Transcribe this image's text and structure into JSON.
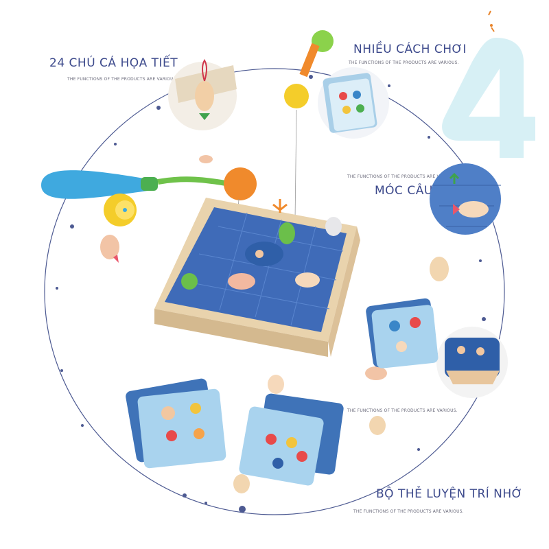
{
  "headings": {
    "fish": "24 CHÚ CÁ HỌA TIẾT",
    "ways": "NHIỀU CÁCH CHƠI",
    "hook": "MÓC CÂU",
    "cards": "BỘ THẺ LUYỆN TRÍ NHỚ"
  },
  "subtitles": {
    "fish": "THE FUNCTIONS OF THE PRODUCTS ARE VARIOUS.",
    "ways": "THE FUNCTIONS OF THE PRODUCTS ARE VARIOUS.",
    "hook_above": "THE FUNCTIONS OF THE PRODUCTS ARE VARIOUS.",
    "boat": "THE FUNCTIONS OF THE PRODUCTS ARE VARIOUS.",
    "cards": "THE FUNCTIONS OF THE PRODUCTS ARE VARIOUS."
  },
  "big_number": "4",
  "colors": {
    "heading": "#3d4a8c",
    "big_number": "#d7f0f5",
    "orbit": "#4d5a92",
    "board_blue": "#3f6bb8",
    "wood": "#e9d3ad"
  }
}
